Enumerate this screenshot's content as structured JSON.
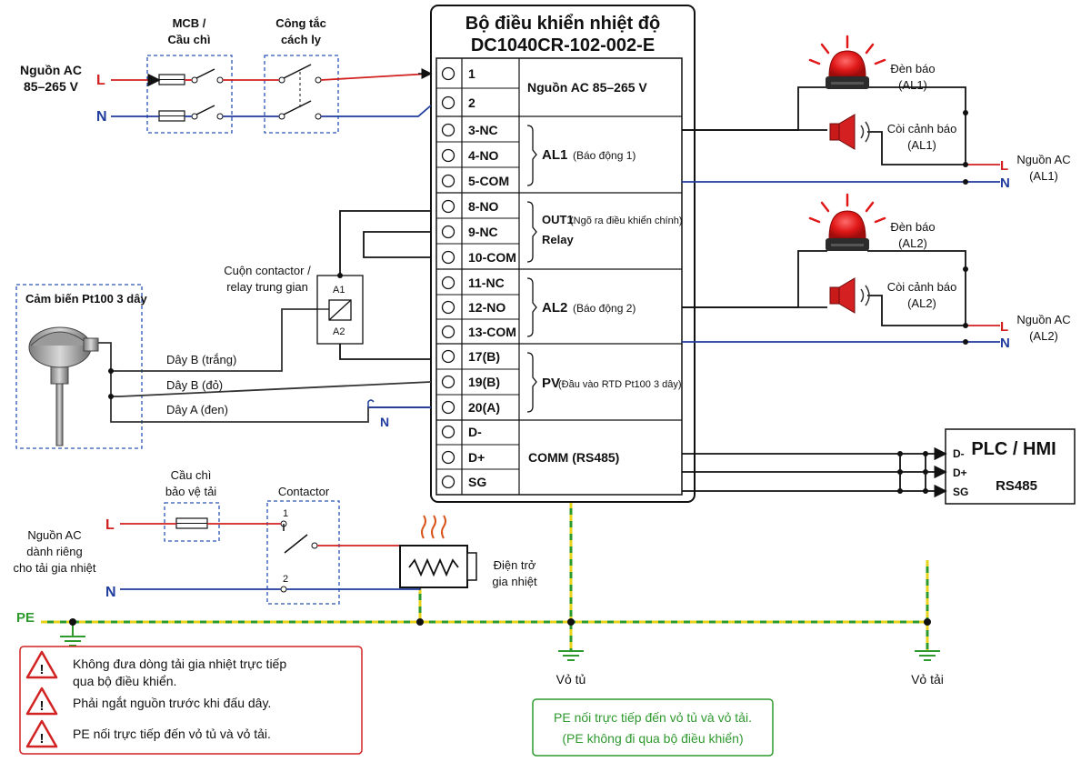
{
  "controller": {
    "title": "Bộ điều khiển nhiệt độ",
    "model": "DC1040CR-102-002-E",
    "terminals": [
      "1",
      "2",
      "3-NC",
      "4-NO",
      "5-COM",
      "8-NO",
      "9-NC",
      "10-COM",
      "11-NC",
      "12-NO",
      "13-COM",
      "17(B)",
      "19(B)",
      "20(A)",
      "D-",
      "D+",
      "SG"
    ],
    "groups": {
      "power": "Nguồn AC 85–265 V",
      "al1_code": "AL1",
      "al1_desc": "(Báo động 1)",
      "out1_code": "OUT1",
      "out1_desc": "(Ngõ ra điều khiển chính)",
      "out1_relay": "Relay",
      "al2_code": "AL2",
      "al2_desc": "(Báo động 2)",
      "pv_code": "PV",
      "pv_desc": "(Đầu vào RTD Pt100 3 dây)",
      "comm": "COMM (RS485)"
    }
  },
  "supply": {
    "label_l1": "Nguồn AC",
    "label_l2": "85–265 V",
    "L": "L",
    "N": "N",
    "mcb_l1": "MCB /",
    "mcb_l2": "Cầu chì",
    "iso_l1": "Công tắc",
    "iso_l2": "cách ly"
  },
  "sensor": {
    "title": "Cảm biến Pt100 3 dây",
    "wire_b_white": "Dây B (trắng)",
    "wire_b_red": "Dây B (đỏ)",
    "wire_a_black": "Dây A (đen)",
    "n_label": "N"
  },
  "relay": {
    "title_l1": "Cuộn contactor /",
    "title_l2": "relay trung gian",
    "a1": "A1",
    "a2": "A2"
  },
  "alarm1": {
    "lamp_l1": "Đèn báo",
    "lamp_l2": "(AL1)",
    "horn_l1": "Còi cảnh báo",
    "horn_l2": "(AL1)",
    "src_l1": "Nguồn AC",
    "src_l2": "(AL1)",
    "L": "L",
    "N": "N"
  },
  "alarm2": {
    "lamp_l1": "Đèn báo",
    "lamp_l2": "(AL2)",
    "horn_l1": "Còi cảnh báo",
    "horn_l2": "(AL2)",
    "src_l1": "Nguồn AC",
    "src_l2": "(AL2)",
    "L": "L",
    "N": "N"
  },
  "plc": {
    "title": "PLC / HMI",
    "sub": "RS485",
    "d_minus": "D-",
    "d_plus": "D+",
    "sg": "SG"
  },
  "load": {
    "src_l1": "Nguồn AC",
    "src_l2": "dành riêng",
    "src_l3": "cho tải gia nhiệt",
    "L": "L",
    "N": "N",
    "fuse_l1": "Cầu chì",
    "fuse_l2": "bảo vệ tải",
    "contactor": "Contactor",
    "pin1": "1",
    "pin2": "2",
    "heater_l1": "Điện trở",
    "heater_l2": "gia nhiệt"
  },
  "earth": {
    "pe": "PE",
    "cabinet": "Vỏ tủ",
    "load_case": "Vỏ tải"
  },
  "warnings": [
    "Không đưa dòng tải gia nhiệt trực tiếp",
    "qua bộ điều khiển.",
    "Phải ngắt nguồn trước khi đấu dây.",
    "PE nối trực tiếp đến vỏ tủ và vỏ tải."
  ],
  "pe_note": {
    "line1": "PE nối trực tiếp đến vỏ tủ và vỏ tải.",
    "line2": "(PE không đi qua bộ điều khiển)"
  },
  "colors": {
    "live": "#d21f1f",
    "neutral": "#1f3c9e",
    "earth_green": "#2e9a2e",
    "earth_yellow": "#e8d21a",
    "frame_blue": "#2b55b8",
    "warning_red": "#d22222"
  }
}
